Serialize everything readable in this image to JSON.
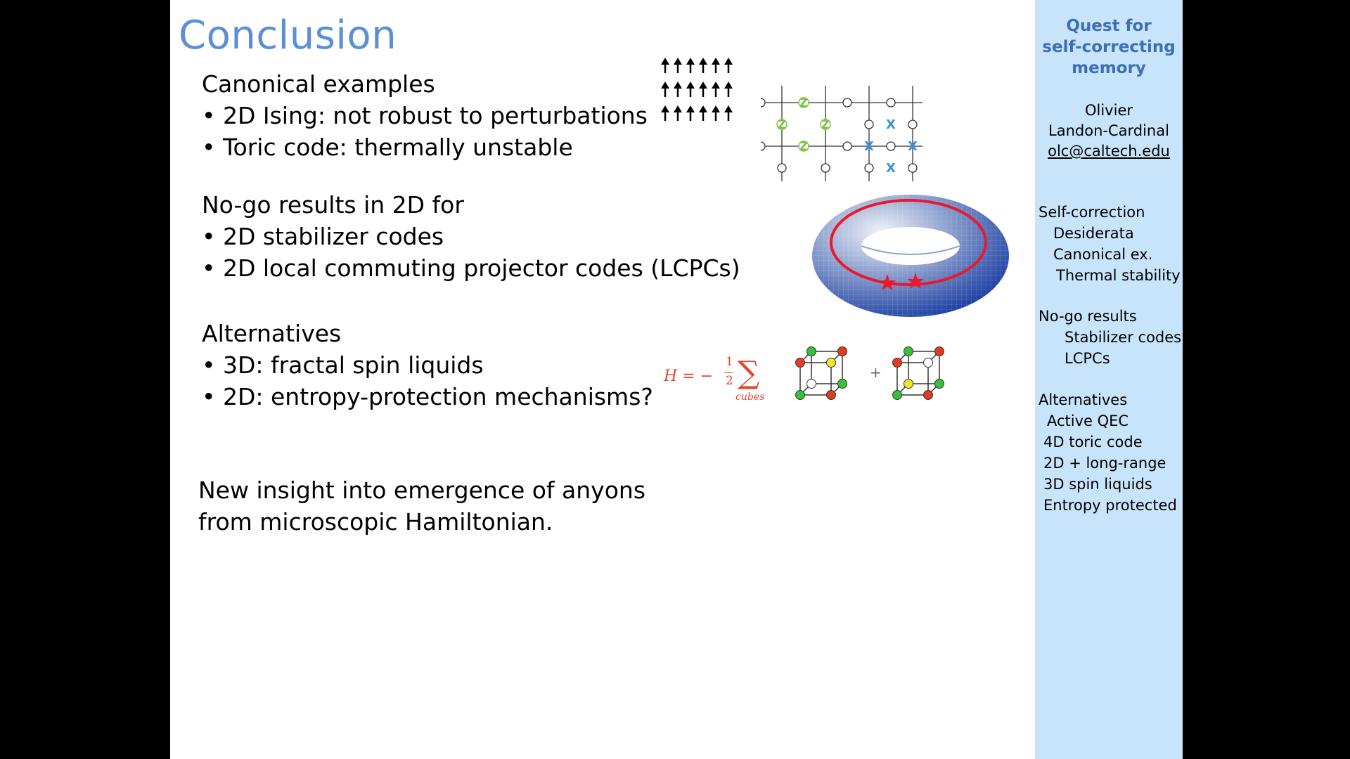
{
  "slide": {
    "title": "Conclusion",
    "sections": [
      {
        "heading": "Canonical examples",
        "bullets": [
          "2D Ising: not robust to perturbations",
          "Toric code: thermally unstable"
        ]
      },
      {
        "heading": "No-go results in 2D for",
        "bullets": [
          "2D stabilizer codes",
          "2D local commuting projector codes (LCPCs)"
        ]
      },
      {
        "heading": "Alternatives",
        "bullets": [
          "3D: fractal spin liquids",
          "2D: entropy-protection mechanisms?"
        ]
      }
    ],
    "insight": [
      "New insight into emergence of anyons",
      "from microscopic Hamiltonian."
    ],
    "bullet_char": "•",
    "formula": {
      "lhs": "H = −",
      "num": "1",
      "den": "2",
      "sum": "∑",
      "sub": "cubes",
      "plus": "+"
    },
    "lattice": {
      "z_label": "Z",
      "x_label": "X"
    }
  },
  "sidebar": {
    "title": [
      "Quest for",
      "self-correcting",
      "memory"
    ],
    "author": [
      "Olivier",
      "Landon-Cardinal"
    ],
    "email": "olc@caltech.edu",
    "nav": [
      {
        "label": "Self-correction",
        "level": 0
      },
      {
        "label": "Desiderata",
        "level": 1
      },
      {
        "label": "Canonical ex.",
        "level": 1
      },
      {
        "label": "Thermal stability",
        "level": 2
      },
      {
        "label": "No-go results",
        "level": 0
      },
      {
        "label": "Stabilizer codes",
        "level": 3
      },
      {
        "label": "LCPCs",
        "level": 3
      },
      {
        "label": "Alternatives",
        "level": 0
      },
      {
        "label": "Active QEC",
        "level": 1
      },
      {
        "label": "4D toric code",
        "level": 1
      },
      {
        "label": "2D + long-range",
        "level": 1
      },
      {
        "label": "3D spin liquids",
        "level": 1
      },
      {
        "label": "Entropy protected",
        "level": 1
      }
    ]
  },
  "colors": {
    "title": "#5b8fd6",
    "sidebar_bg": "#c7e4fb",
    "sidebar_title": "#3d6fb3",
    "z_ops": "#7cc242",
    "x_ops": "#3a8fd8",
    "torus": "#2b56b8",
    "loop": "#e8192c",
    "formula": "#e2452a"
  }
}
